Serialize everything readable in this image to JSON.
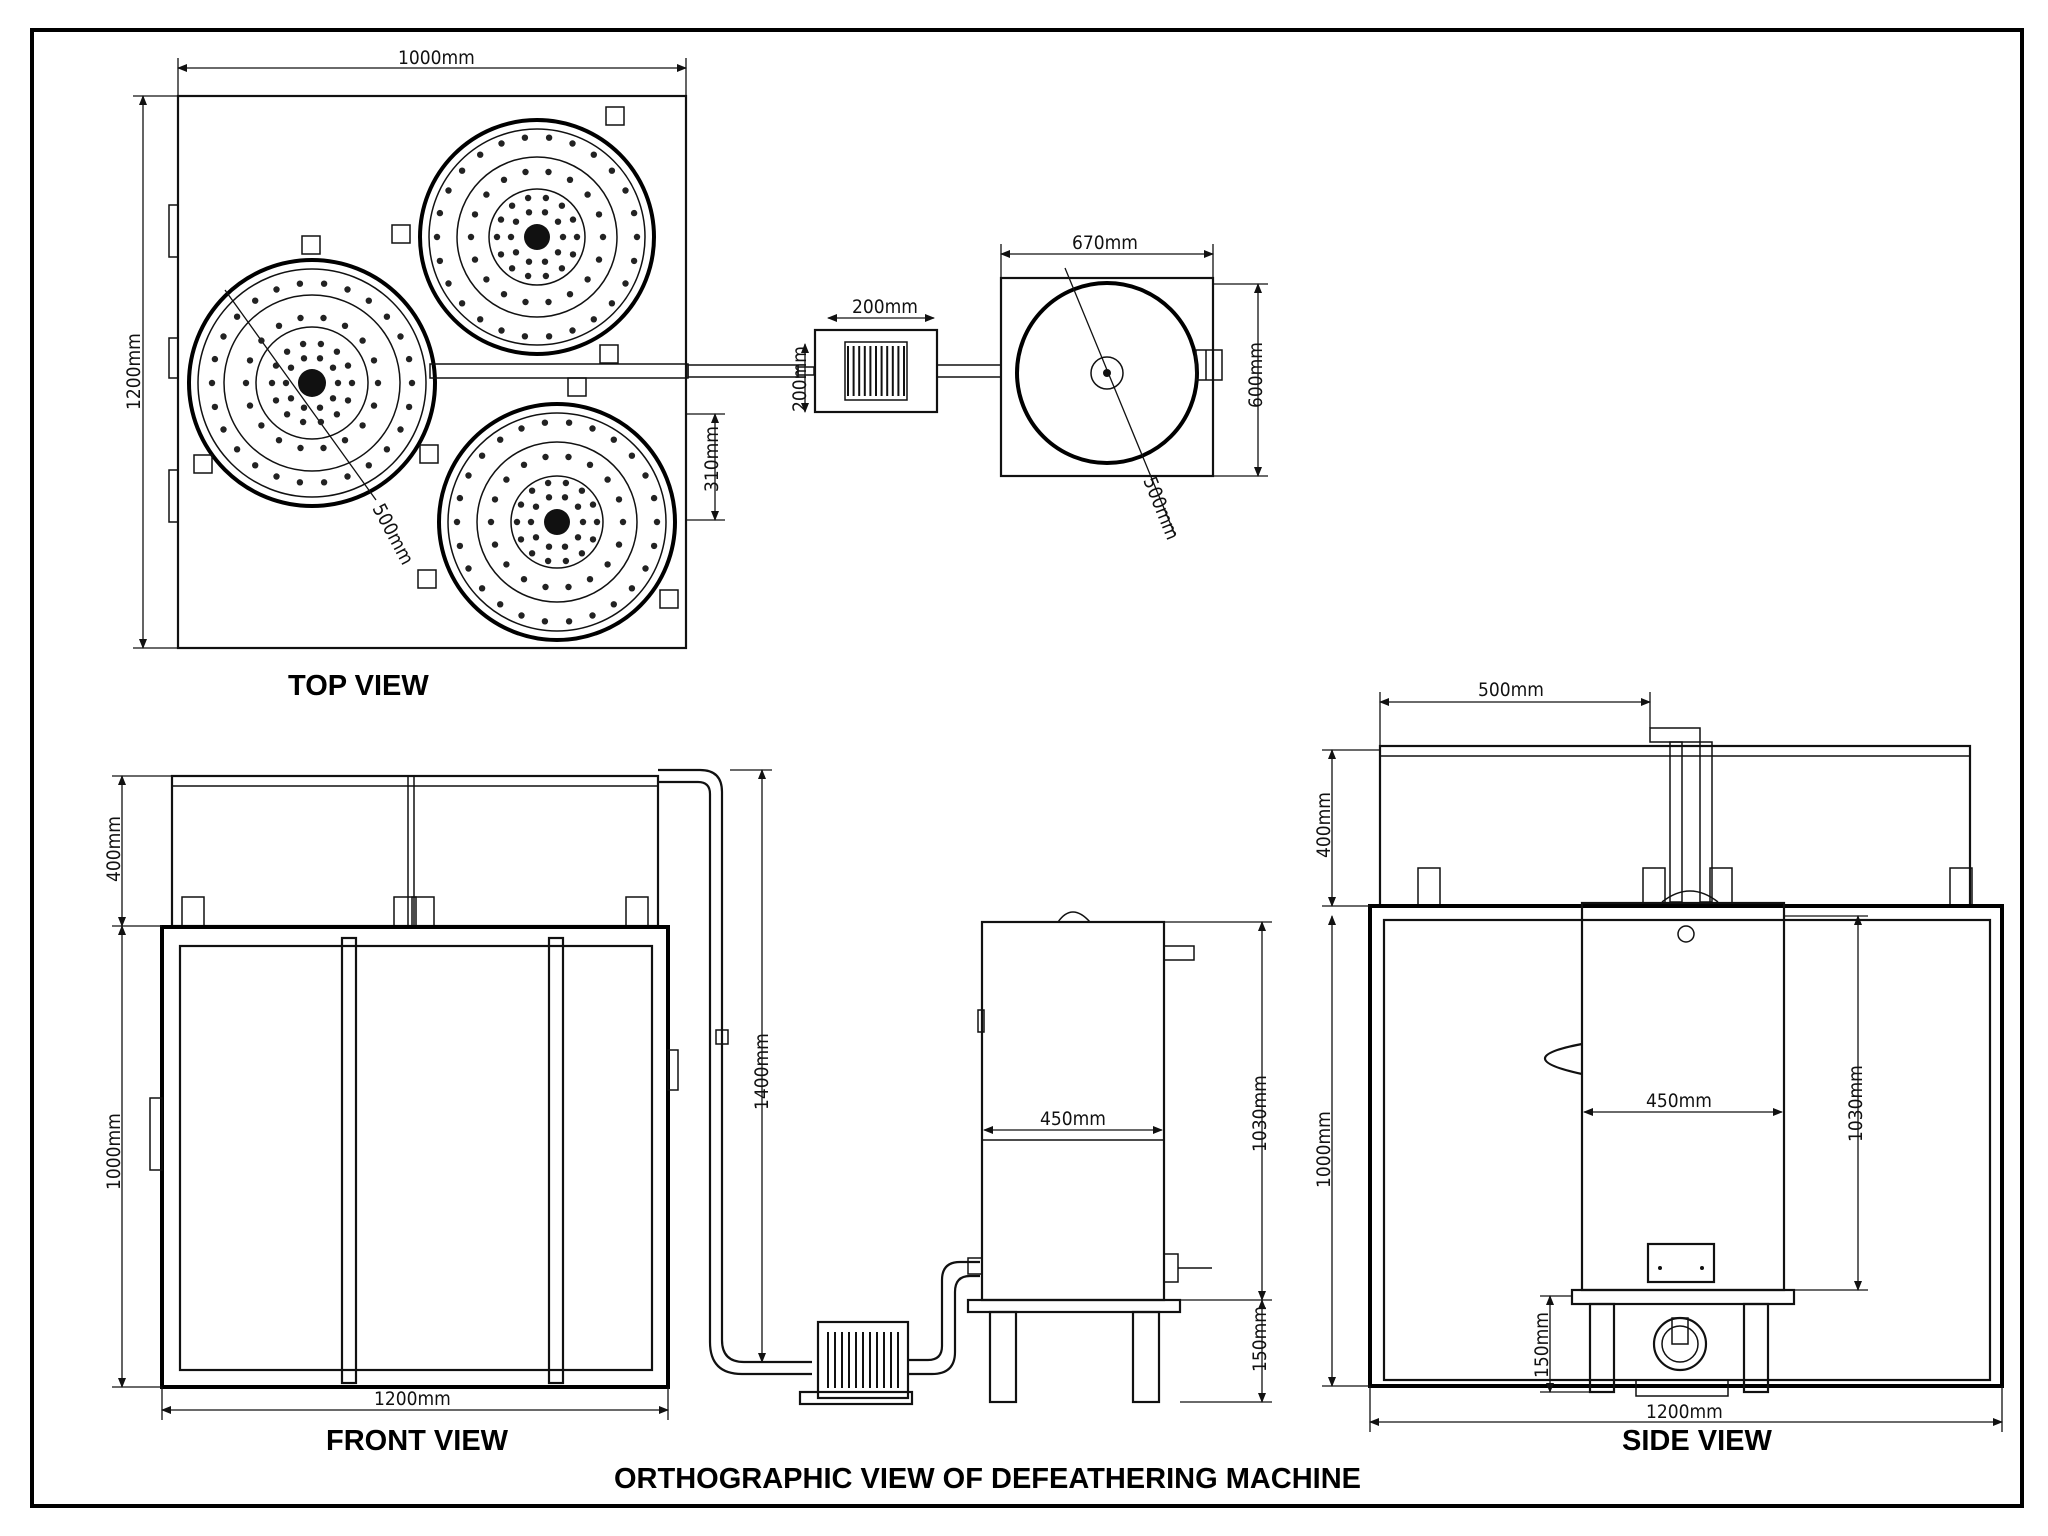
{
  "title": "ORTHOGRAPHIC VIEW OF DEFEATHERING MACHINE",
  "views": {
    "top": "TOP VIEW",
    "front": "FRONT VIEW",
    "side": "SIDE VIEW"
  },
  "dimensions": {
    "top_width": "1000mm",
    "top_height": "1200mm",
    "top_drum_radius": "500mm",
    "top_offset": "310mm",
    "motor_width": "200mm",
    "motor_height": "200mm",
    "tank_width": "670mm",
    "tank_height": "600mm",
    "tank_radius": "500mm",
    "front_top": "400mm",
    "front_height": "1000mm",
    "front_width": "1200mm",
    "pipe_height": "1400mm",
    "boiler_width": "450mm",
    "boiler_height": "1030mm",
    "boiler_stand": "150mm",
    "side_top_width": "500mm",
    "side_top": "400mm",
    "side_height": "1000mm",
    "side_inner_width": "450mm",
    "side_inner_height": "1030mm",
    "side_stand": "150mm",
    "side_width": "1200mm"
  }
}
